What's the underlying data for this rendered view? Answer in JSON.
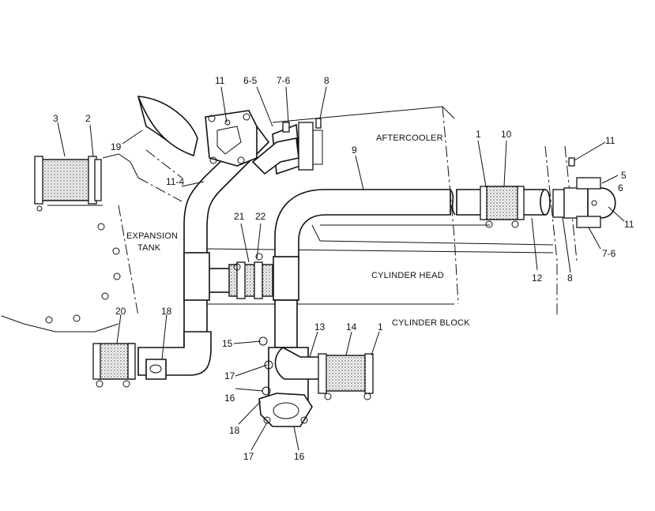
{
  "area_labels": {
    "aftercooler": "AFTERCOOLER",
    "expansion": "EXPANSION",
    "tank": "TANK",
    "cylinder_head": "CYLINDER HEAD",
    "cylinder_block": "CYLINDER BLOCK"
  },
  "callouts": {
    "c3": "3",
    "c2": "2",
    "c19": "19",
    "c11_top": "11",
    "c6_5": "6-5",
    "c7_6_top": "7-6",
    "c8_top": "8",
    "c9": "9",
    "c1_right": "1",
    "c10": "10",
    "c11_right_top": "11",
    "c5": "5",
    "c6": "6",
    "c11_right": "11",
    "c7_6_right": "7-6",
    "c8_right": "8",
    "c12": "12",
    "c11_4": "11-4",
    "c21": "21",
    "c22": "22",
    "c20": "20",
    "c18_left": "18",
    "c15": "15",
    "c17_upper": "17",
    "c16_upper": "16",
    "c13": "13",
    "c14": "14",
    "c1_bottom": "1",
    "c18_bottom": "18",
    "c17_bottom": "17",
    "c16_bottom": "16"
  },
  "colors": {
    "line": "#111111",
    "background": "#ffffff"
  }
}
